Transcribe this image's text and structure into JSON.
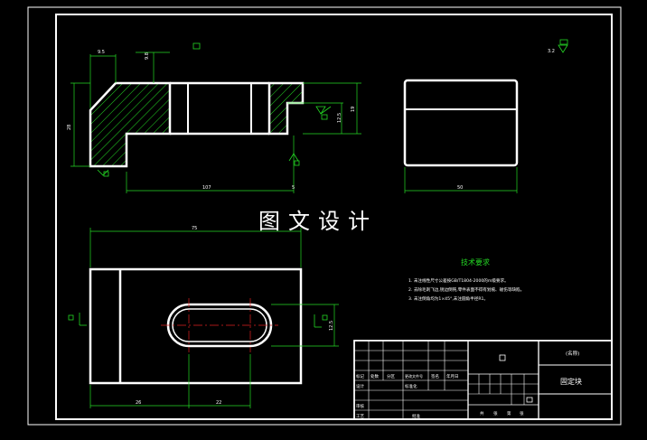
{
  "watermark": "图文设计",
  "dimensions": {
    "top_width_small": "9.5",
    "top_step": "9.8",
    "left_height": "28",
    "bottom_length": "107",
    "right_small": "5",
    "right_height_1": "19",
    "right_height_2": "12.5",
    "side_width": "50",
    "plan_width": "75",
    "plan_left": "26",
    "plan_slot": "22",
    "plan_height": "12.5"
  },
  "tech_requirements": {
    "title": "技术要求",
    "items": [
      "1. 未注线性尺寸公差按GB/T1804-2000的m级要求。",
      "2. 去除毛刺飞边,锐边倒钝,零件表面不得有划痕、碰伤等缺陷。",
      "3. 未注倒角均为1×45°,未注圆角半径R1。"
    ]
  },
  "title_block": {
    "name_label": "(名称)",
    "part_name": "固定块",
    "row_labels": [
      "标记",
      "处数",
      "分区",
      "更改文件号",
      "签名",
      "年月日"
    ],
    "row_labels_2": [
      "设计",
      "",
      "",
      "标准化",
      "",
      ""
    ],
    "row_labels_3": [
      "审核",
      "",
      "",
      "",
      "",
      ""
    ],
    "row_labels_4": [
      "工艺",
      "",
      "",
      "批准",
      "",
      ""
    ],
    "sheet_row": [
      "共",
      "张",
      "第",
      "张"
    ]
  },
  "colors": {
    "background": "#000000",
    "lines": "#ffffff",
    "dimension": "#24d824",
    "hatch": "#24d824",
    "centerline": "#e02020"
  },
  "symbols": [
    "surface-roughness-symbol",
    "datum-symbol"
  ]
}
